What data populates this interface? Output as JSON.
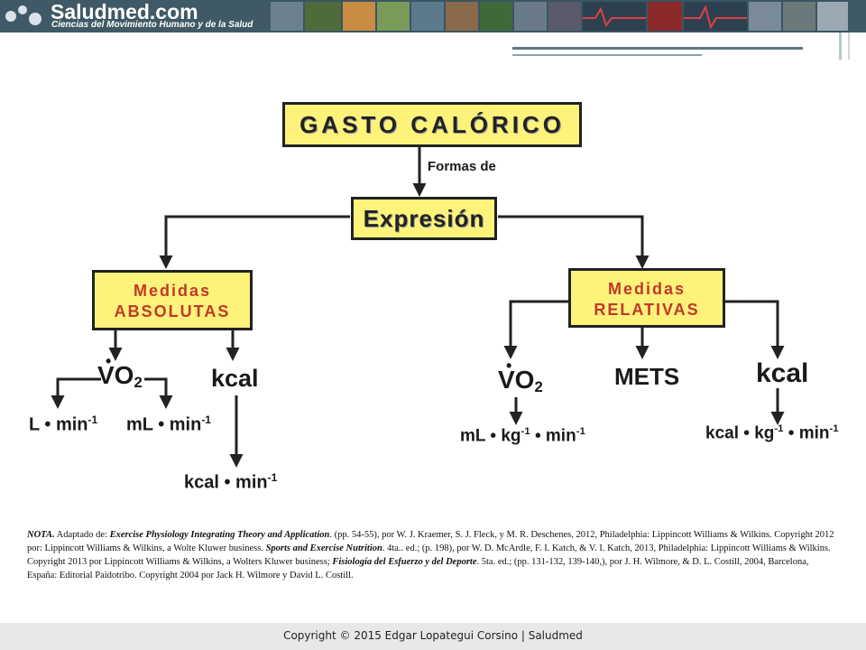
{
  "header": {
    "brand": "Saludmed.com",
    "tagline": "Ciencias del Movimiento Humano y de la Salud"
  },
  "diagram": {
    "top": "GASTO CALÓRICO",
    "connector": "Formas de",
    "middle": "Expresión",
    "left_box": {
      "line1": "Medidas",
      "line2": "ABSOLUTAS"
    },
    "right_box": {
      "line1": "Medidas",
      "line2": "RELATIVAS"
    },
    "left": {
      "vo2": {
        "base": "VO",
        "sub": "2"
      },
      "vo2_units": [
        {
          "text": "L • min",
          "sup": "-1"
        },
        {
          "text": "mL • min",
          "sup": "-1"
        }
      ],
      "kcal": "kcal",
      "kcal_unit": {
        "text": "kcal • min",
        "sup": "-1"
      }
    },
    "right": {
      "vo2": {
        "base": "VO",
        "sub": "2"
      },
      "vo2_unit": {
        "text1": "mL • kg",
        "sup1": "-1",
        "text2": " • min",
        "sup2": "-1"
      },
      "mets": "METS",
      "kcal": "kcal",
      "kcal_unit": {
        "text1": "kcal • kg",
        "sup1": "-1",
        "text2": " • min",
        "sup2": "-1"
      }
    }
  },
  "note": {
    "lead": "NOTA.",
    "p1": " Adaptado de: ",
    "t1": "Exercise Physiology Integrating Theory and Application",
    "p2": ". (pp. 54-55), por W. J. Kraemer, S. J. Fleck, y M. R. Deschenes, 2012, Philadelphia: Lippincott Williams & Wilkins. Copyright 2012 por: Lippincott Williams & Wilkins, a Wolte Kluwer business. ",
    "t2": "Sports and Exercise Nutrition",
    "p3": ". 4ta.. ed.; (p. 198), por W. D. McArdle, F. I. Katch, & V. I. Katch, 2013, Philadelphia: Lippincott Williams & Wilkins. Copyright 2013 por Lippincott Williams & Wilkins, a Wolters Kluwer business; ",
    "t3": "Fisiología del Esfuerzo y del Deporte",
    "p4": ". 5ta. ed.; (pp. 131-132, 139-140,), por J. H. Wilmore, & D. L. Costill, 2004, Barcelona, España: Editorial Paidotribo. Copyright 2004 por Jack H. Wilmore y David L. Costill."
  },
  "footer": {
    "copyright": "Copyright © 2015 Edgar Lopategui Corsino | Saludmed"
  },
  "colors": {
    "box_fill": "#fdf27a",
    "header_bg": "#3f5a66"
  }
}
